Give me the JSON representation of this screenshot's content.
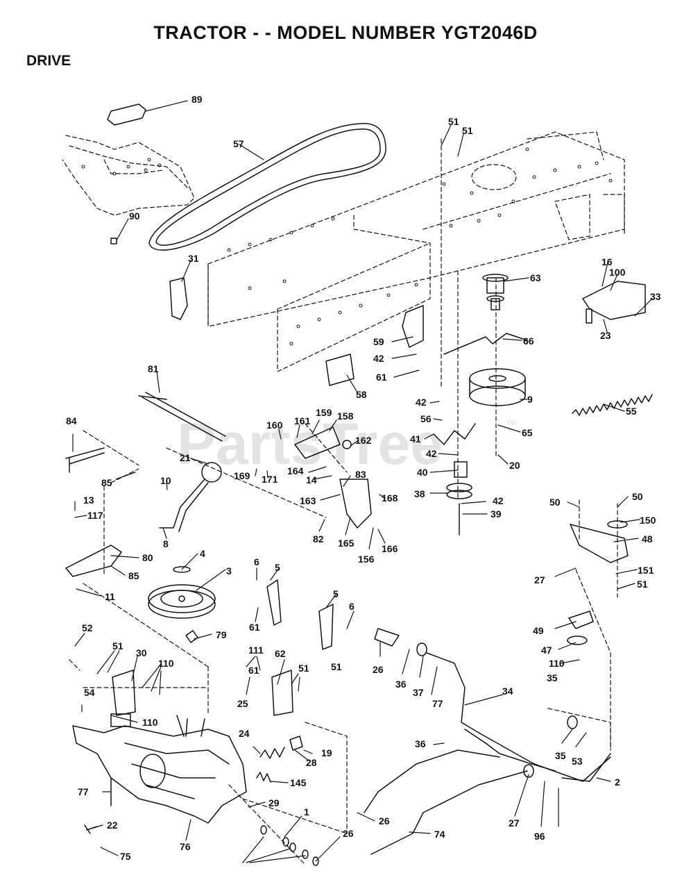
{
  "header": {
    "title": "TRACTOR - - MODEL NUMBER YGT2046D",
    "section": "DRIVE"
  },
  "watermark": {
    "text": "PartsTree",
    "trademark": "TM"
  },
  "callouts": [
    "89",
    "57",
    "51",
    "51",
    "90",
    "31",
    "63",
    "16",
    "100",
    "33",
    "23",
    "66",
    "59",
    "42",
    "61",
    "58",
    "81",
    "9",
    "55",
    "42",
    "56",
    "84",
    "160",
    "161",
    "159",
    "158",
    "41",
    "65",
    "162",
    "42",
    "20",
    "21",
    "169",
    "171",
    "164",
    "14",
    "40",
    "85",
    "10",
    "83",
    "163",
    "38",
    "42",
    "168",
    "13",
    "117",
    "82",
    "165",
    "156",
    "166",
    "39",
    "8",
    "50",
    "50",
    "150",
    "80",
    "48",
    "85",
    "4",
    "6",
    "5",
    "3",
    "27",
    "151",
    "11",
    "51",
    "61",
    "5",
    "6",
    "49",
    "52",
    "79",
    "47",
    "51",
    "30",
    "110",
    "111",
    "62",
    "26",
    "110",
    "61",
    "51",
    "51",
    "35",
    "36",
    "37",
    "34",
    "77",
    "54",
    "110",
    "25",
    "24",
    "19",
    "28",
    "36",
    "35",
    "53",
    "2",
    "145",
    "77",
    "29",
    "26",
    "27",
    "96",
    "22",
    "74",
    "1",
    "76",
    "26",
    "75"
  ]
}
